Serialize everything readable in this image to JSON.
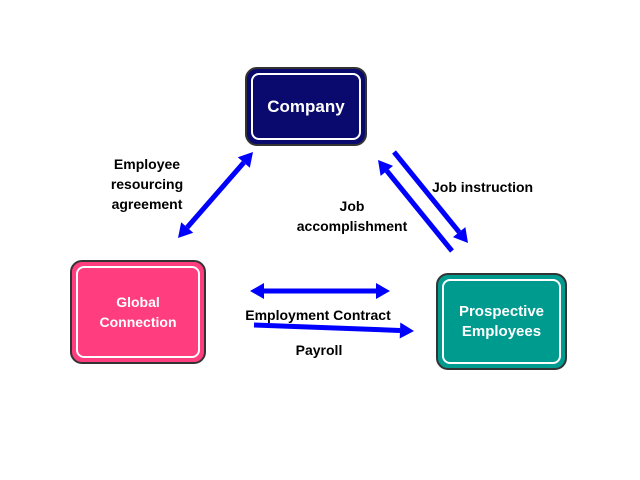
{
  "colors": {
    "company_fill": "#0a0a6e",
    "global_fill": "#ff3d7f",
    "prospective_fill": "#009b8f",
    "arrow": "#0000ff",
    "text_dark": "#000000",
    "text_light": "#ffffff"
  },
  "nodes": {
    "company": {
      "label": "Company"
    },
    "global_connection": {
      "label": "Global\nConnection"
    },
    "prospective_employees": {
      "label": "Prospective\nEmployees"
    }
  },
  "edges": {
    "employee_resourcing_agreement": {
      "label": "Employee\nresourcing\nagreement",
      "from": "Company",
      "to": "Global Connection",
      "direction": "both"
    },
    "job_instruction": {
      "label": "Job instruction",
      "from": "Company",
      "to": "Prospective Employees",
      "direction": "forward"
    },
    "job_accomplishment": {
      "label": "Job\naccomplishment",
      "from": "Prospective Employees",
      "to": "Company",
      "direction": "forward"
    },
    "employment_contract": {
      "label": "Employment Contract",
      "from": "Global Connection",
      "to": "Prospective Employees",
      "direction": "both"
    },
    "payroll": {
      "label": "Payroll",
      "from": "Global Connection",
      "to": "Prospective Employees",
      "direction": "forward"
    }
  }
}
